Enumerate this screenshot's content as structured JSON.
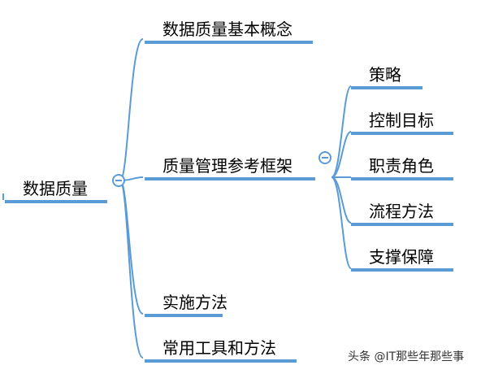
{
  "root": {
    "label": "数据质量"
  },
  "branches": [
    {
      "label": "数据质量基本概念"
    },
    {
      "label": "质量管理参考框架"
    },
    {
      "label": "实施方法"
    },
    {
      "label": "常用工具和方法"
    }
  ],
  "sub_branches": [
    {
      "label": "策略"
    },
    {
      "label": "控制目标"
    },
    {
      "label": "职责角色"
    },
    {
      "label": "流程方法"
    },
    {
      "label": "支撑保障"
    }
  ],
  "watermark": {
    "text": "头条 @IT那些年那些事"
  },
  "colors": {
    "line": "#5b9bd5",
    "text": "#000000"
  }
}
